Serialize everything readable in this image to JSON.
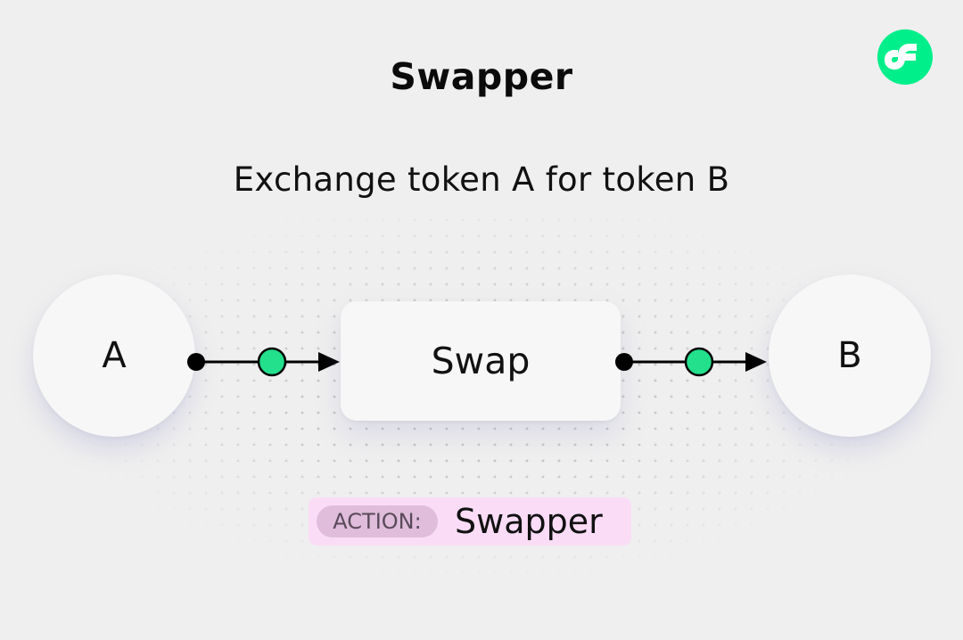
{
  "title": "Swapper",
  "subtitle": "Exchange token A for token B",
  "logo": {
    "icon": "flow-logo-icon",
    "color": "#00ef8b"
  },
  "nodes": {
    "source": {
      "label": "A"
    },
    "process": {
      "label": "Swap"
    },
    "target": {
      "label": "B"
    }
  },
  "connectors": {
    "dot_color": "#00ef8b",
    "line_color": "#000000"
  },
  "action": {
    "tag": "ACTION:",
    "name": "Swapper"
  }
}
